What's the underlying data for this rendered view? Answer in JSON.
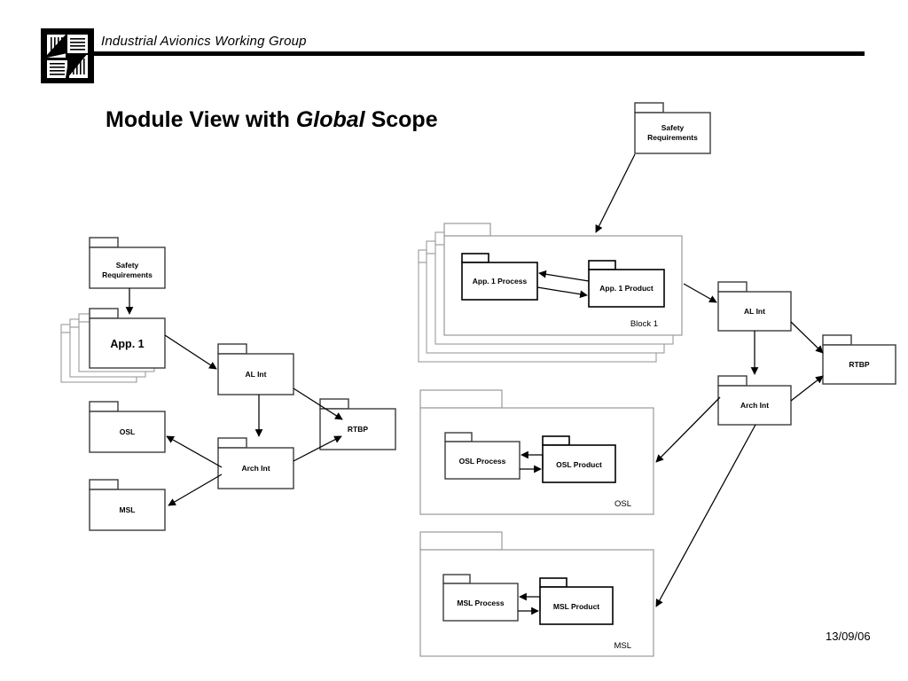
{
  "header": {
    "org_title": "Industrial Avionics Working Group",
    "logo_icon": "iawg-pinwheel-logo-icon"
  },
  "slide": {
    "title_part1": "Module View with ",
    "title_italic": "Global",
    "title_part2": " Scope",
    "date": "13/09/06"
  },
  "left_diagram": {
    "nodes": {
      "safety_requirements_line1": "Safety",
      "safety_requirements_line2": "Requirements",
      "app1": "App. 1",
      "al_int": "AL Int",
      "arch_int": "Arch Int",
      "rtbp": "RTBP",
      "osl": "OSL",
      "msl": "MSL"
    },
    "edges": [
      {
        "from": "Safety Requirements",
        "to": "App. 1"
      },
      {
        "from": "App. 1",
        "to": "AL Int"
      },
      {
        "from": "AL Int",
        "to": "Arch Int"
      },
      {
        "from": "AL Int",
        "to": "RTBP"
      },
      {
        "from": "Arch Int",
        "to": "RTBP"
      },
      {
        "from": "Arch Int",
        "to": "OSL"
      },
      {
        "from": "Arch Int",
        "to": "MSL"
      }
    ]
  },
  "right_diagram": {
    "nodes": {
      "safety_requirements_line1": "Safety",
      "safety_requirements_line2": "Requirements",
      "app1_process": "App. 1 Process",
      "app1_product": "App. 1 Product",
      "block1_label": "Block 1",
      "osl_process": "OSL Process",
      "osl_product": "OSL Product",
      "osl_label": "OSL",
      "msl_process": "MSL Process",
      "msl_product": "MSL Product",
      "msl_label": "MSL",
      "al_int": "AL Int",
      "arch_int": "Arch Int",
      "rtbp": "RTBP"
    },
    "edges": [
      {
        "from": "Safety Requirements",
        "to": "Block 1"
      },
      {
        "from": "App. 1 Product",
        "to": "App. 1 Process"
      },
      {
        "from": "App. 1 Process",
        "to": "App. 1 Product"
      },
      {
        "from": "Block 1",
        "to": "AL Int"
      },
      {
        "from": "AL Int",
        "to": "Arch Int"
      },
      {
        "from": "AL Int",
        "to": "RTBP"
      },
      {
        "from": "Arch Int",
        "to": "RTBP"
      },
      {
        "from": "Arch Int",
        "to": "OSL"
      },
      {
        "from": "Arch Int",
        "to": "MSL"
      },
      {
        "from": "OSL Product",
        "to": "OSL Process"
      },
      {
        "from": "OSL Process",
        "to": "OSL Product"
      },
      {
        "from": "MSL Product",
        "to": "MSL Process"
      },
      {
        "from": "MSL Process",
        "to": "MSL Product"
      }
    ]
  },
  "colors": {
    "line": "#000000",
    "node_stroke": "#3b3b3b",
    "ghost_stroke": "#9a9a9a",
    "background": "#ffffff"
  }
}
